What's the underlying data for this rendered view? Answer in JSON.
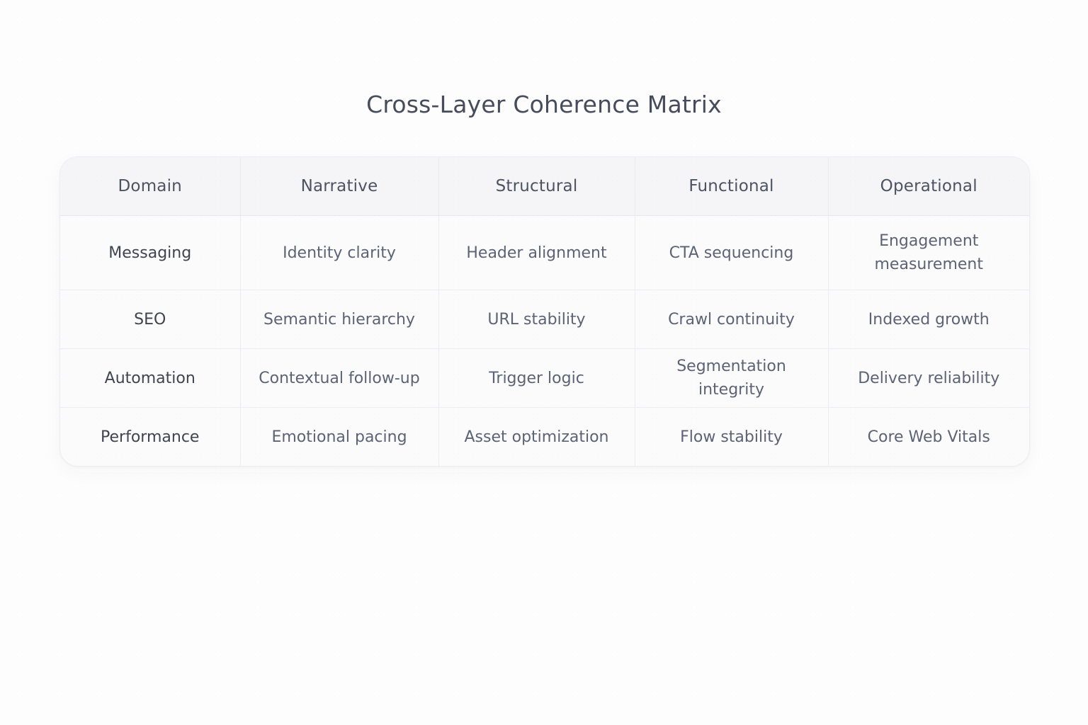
{
  "page": {
    "title": "Cross-Layer Coherence Matrix",
    "background_color": "#fdfdfd",
    "title_color": "#464c5b",
    "card_background": "#fbfbfc",
    "header_background": "#f5f5f7",
    "border_color": "#ededf1"
  },
  "table": {
    "columns": [
      "Domain",
      "Narrative",
      "Structural",
      "Functional",
      "Operational"
    ],
    "rows": [
      {
        "domain": "Messaging",
        "narrative": "Identity clarity",
        "structural": "Header alignment",
        "functional": "CTA sequencing",
        "operational": "Engagement measurement"
      },
      {
        "domain": "SEO",
        "narrative": "Semantic hierarchy",
        "structural": "URL stability",
        "functional": "Crawl continuity",
        "operational": "Indexed growth"
      },
      {
        "domain": "Automation",
        "narrative": "Contextual follow-up",
        "structural": "Trigger logic",
        "functional": "Segmentation integrity",
        "operational": "Delivery reliability"
      },
      {
        "domain": "Performance",
        "narrative": "Emotional pacing",
        "structural": "Asset optimization",
        "functional": "Flow stability",
        "operational": "Core Web Vitals"
      }
    ]
  }
}
